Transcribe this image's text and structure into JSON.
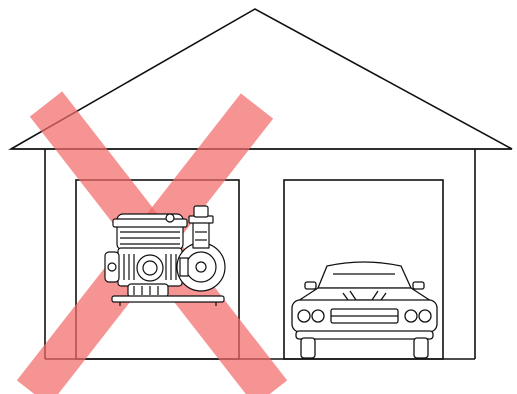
{
  "diagram": {
    "meaning": "do-not-store-engine-pump-in-garage",
    "scene": {
      "building": "garage",
      "bays": [
        {
          "position": "left",
          "contents": "engine-driven-pump",
          "marked": "prohibited"
        },
        {
          "position": "right",
          "contents": "car",
          "marked": "none"
        }
      ]
    },
    "icons": {
      "prohibition": "red-x-icon",
      "equipment": "engine-pump-icon",
      "vehicle": "car-icon",
      "building": "garage-icon"
    },
    "colors": {
      "prohibition_x": "#f26a6a",
      "line_art": "#111111",
      "background": "#ffffff"
    }
  }
}
